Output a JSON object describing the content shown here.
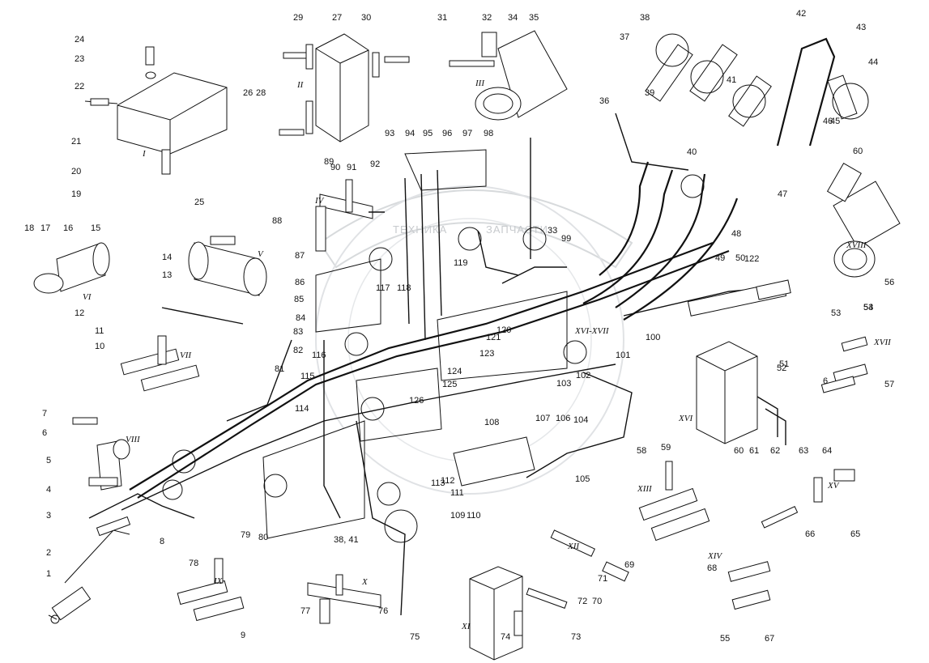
{
  "watermark": {
    "line1": "ТЕХНИКА",
    "line2": "ЗАПЧАСТИ"
  },
  "part_numbers": [
    "1",
    "2",
    "3",
    "4",
    "5",
    "6",
    "7",
    "8",
    "9",
    "10",
    "11",
    "12",
    "13",
    "14",
    "15",
    "16",
    "17",
    "18",
    "19",
    "20",
    "21",
    "22",
    "23",
    "24",
    "25",
    "26",
    "27",
    "28",
    "29",
    "30",
    "31",
    "32",
    "33",
    "34",
    "35",
    "36",
    "37",
    "38",
    "39",
    "40",
    "41",
    "42",
    "43",
    "44",
    "45",
    "46",
    "47",
    "48",
    "49",
    "50",
    "51",
    "52",
    "53",
    "54",
    "55",
    "56",
    "57",
    "58",
    "59",
    "60",
    "61",
    "62",
    "63",
    "64",
    "65",
    "66",
    "67",
    "68",
    "69",
    "70",
    "71",
    "72",
    "73",
    "74",
    "75",
    "76",
    "77",
    "78",
    "79",
    "80",
    "81",
    "82",
    "83",
    "84",
    "85",
    "86",
    "87",
    "88",
    "89",
    "90",
    "91",
    "92",
    "93",
    "94",
    "95",
    "96",
    "97",
    "98",
    "99",
    "100",
    "101",
    "102",
    "103",
    "104",
    "105",
    "106",
    "107",
    "108",
    "109",
    "110",
    "111",
    "112",
    "113",
    "114",
    "115",
    "116",
    "117",
    "118",
    "119",
    "120",
    "121",
    "122",
    "123",
    "124",
    "125",
    "126",
    "38, 41",
    "60",
    "53",
    "6"
  ],
  "view_numerals": [
    "I",
    "II",
    "III",
    "IV",
    "V",
    "VI",
    "VII",
    "VIII",
    "IX",
    "X",
    "XI",
    "XII",
    "XIII",
    "XIV",
    "XV",
    "XVI",
    "XVII",
    "XVIII",
    "XVI-XVII"
  ]
}
